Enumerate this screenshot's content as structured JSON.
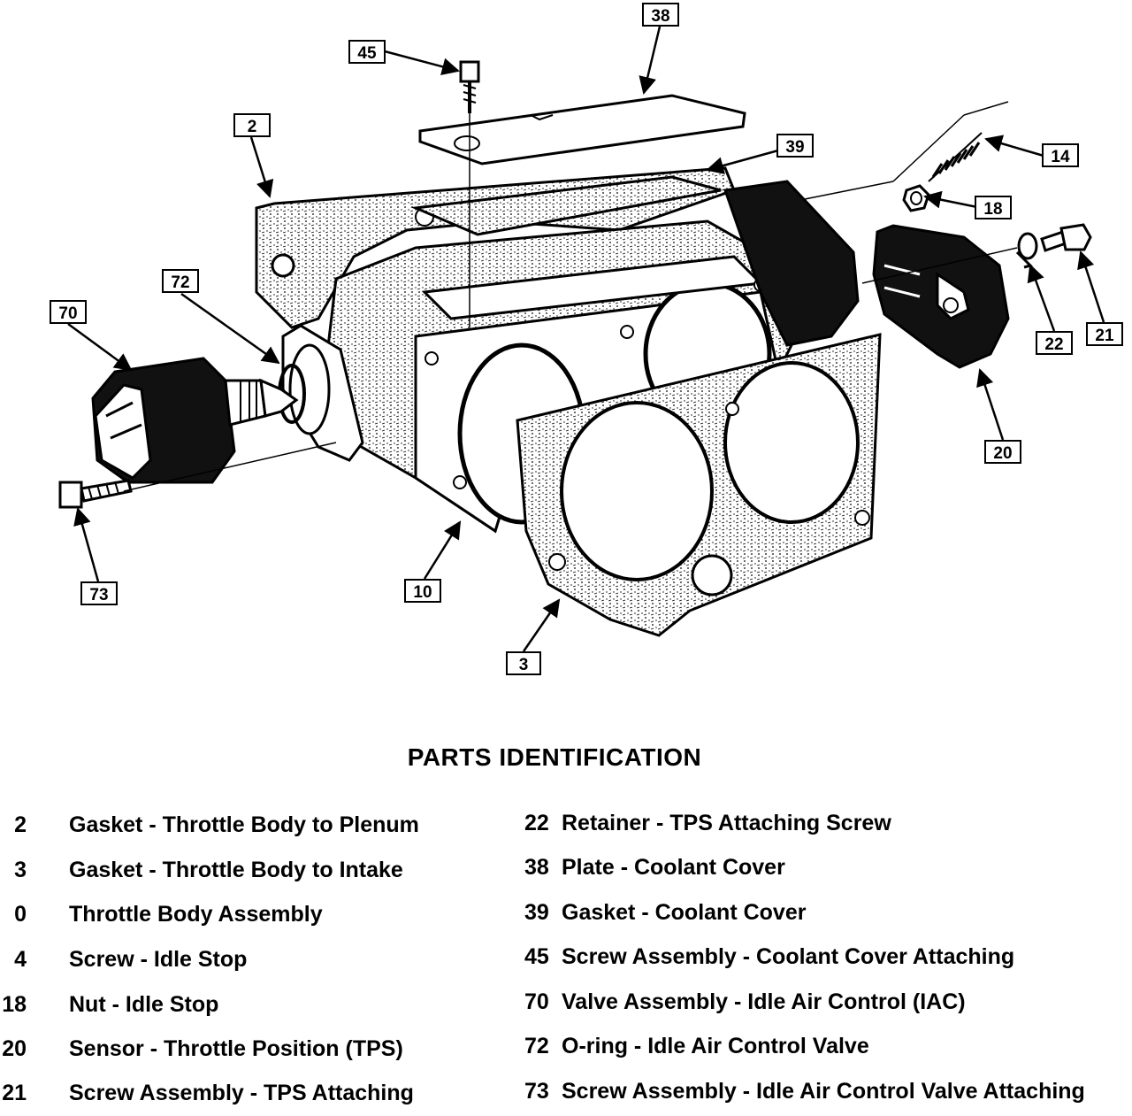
{
  "callouts": [
    {
      "id": "2",
      "label": "2"
    },
    {
      "id": "3",
      "label": "3"
    },
    {
      "id": "10",
      "label": "10"
    },
    {
      "id": "14",
      "label": "14"
    },
    {
      "id": "18",
      "label": "18"
    },
    {
      "id": "20",
      "label": "20"
    },
    {
      "id": "21",
      "label": "21"
    },
    {
      "id": "22",
      "label": "22"
    },
    {
      "id": "38",
      "label": "38"
    },
    {
      "id": "39",
      "label": "39"
    },
    {
      "id": "45",
      "label": "45"
    },
    {
      "id": "70",
      "label": "70"
    },
    {
      "id": "72",
      "label": "72"
    },
    {
      "id": "73",
      "label": "73"
    }
  ],
  "parts": {
    "title": "PARTS IDENTIFICATION",
    "left": [
      {
        "num": "2",
        "desc": "Gasket - Throttle Body to Plenum"
      },
      {
        "num": "3",
        "desc": "Gasket - Throttle Body to Intake"
      },
      {
        "num": "0",
        "desc": "Throttle Body Assembly"
      },
      {
        "num": "4",
        "desc": "Screw - Idle Stop"
      },
      {
        "num": "18",
        "desc": "Nut - Idle Stop"
      },
      {
        "num": "20",
        "desc": "Sensor - Throttle Position (TPS)"
      },
      {
        "num": "21",
        "desc": "Screw Assembly - TPS Attaching"
      }
    ],
    "right": [
      {
        "num": "22",
        "desc": "Retainer - TPS Attaching Screw"
      },
      {
        "num": "38",
        "desc": "Plate - Coolant Cover"
      },
      {
        "num": "39",
        "desc": "Gasket - Coolant Cover"
      },
      {
        "num": "45",
        "desc": "Screw Assembly - Coolant Cover Attaching"
      },
      {
        "num": "70",
        "desc": "Valve Assembly - Idle Air Control (IAC)"
      },
      {
        "num": "72",
        "desc": "O-ring - Idle Air Control Valve"
      },
      {
        "num": "73",
        "desc": "Screw Assembly - Idle Air Control Valve Attaching"
      }
    ]
  }
}
